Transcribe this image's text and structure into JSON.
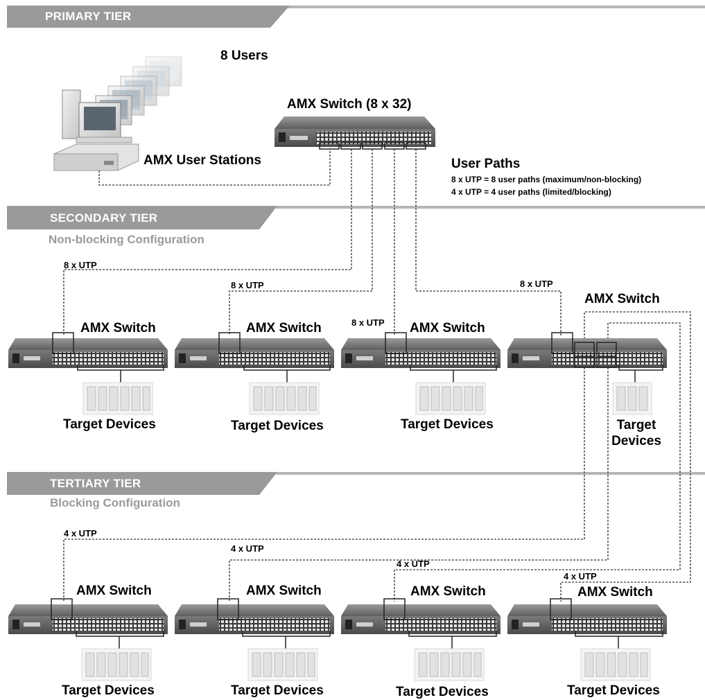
{
  "tiers": {
    "primary": {
      "title": "PRIMARY TIER"
    },
    "secondary": {
      "title": "SECONDARY TIER",
      "subtitle": "Non-blocking Configuration"
    },
    "tertiary": {
      "title": "TERTIARY TIER",
      "subtitle": "Blocking Configuration"
    }
  },
  "primary": {
    "users_label": "8 Users",
    "user_stations_label": "AMX User Stations",
    "main_switch_label": "AMX Switch (8 x 32)"
  },
  "legend": {
    "title": "User Paths",
    "line1": "8 x UTP = 8 user paths (maximum/non-blocking)",
    "line2": "4 x UTP = 4 user paths (limited/blocking)"
  },
  "secondary_units": [
    {
      "switch_label": "AMX Switch",
      "utp_label": "8 x UTP",
      "targets_label": "Target Devices"
    },
    {
      "switch_label": "AMX Switch",
      "utp_label": "8 x UTP",
      "targets_label": "Target Devices"
    },
    {
      "switch_label": "AMX Switch",
      "utp_label": "8 x UTP",
      "targets_label": "Target Devices"
    },
    {
      "switch_label": "AMX Switch",
      "utp_label": "8 x UTP",
      "targets_label_line1": "Target",
      "targets_label_line2": "Devices"
    }
  ],
  "tertiary_units": [
    {
      "switch_label": "AMX Switch",
      "utp_label": "4 x UTP",
      "targets_label": "Target Devices"
    },
    {
      "switch_label": "AMX Switch",
      "utp_label": "4 x UTP",
      "targets_label": "Target Devices"
    },
    {
      "switch_label": "AMX Switch",
      "utp_label": "4 x UTP",
      "targets_label": "Target Devices"
    },
    {
      "switch_label": "AMX Switch",
      "utp_label": "4 x UTP",
      "targets_label": "Target Devices"
    }
  ],
  "colors": {
    "banner": "#9a9a9a",
    "banner_line": "#b5b5b5",
    "switch_body": "#6e6e6e",
    "cable": "#555555"
  }
}
